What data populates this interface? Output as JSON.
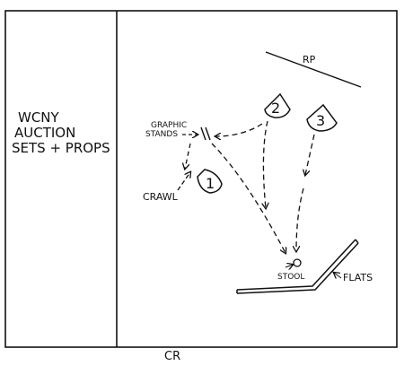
{
  "left_panel": {
    "line1": "WCNY",
    "line2": "AUCTION",
    "line3": "SETS + PROPS"
  },
  "labels": {
    "rp": "RP",
    "graphic_line1": "GRAPHIC",
    "graphic_line2": "STANDS",
    "crawl": "CRAWL",
    "stool": "STOOL",
    "flats": "FLATS",
    "cr": "CR"
  },
  "cameras": [
    {
      "number": "1"
    },
    {
      "number": "2"
    },
    {
      "number": "3"
    }
  ]
}
